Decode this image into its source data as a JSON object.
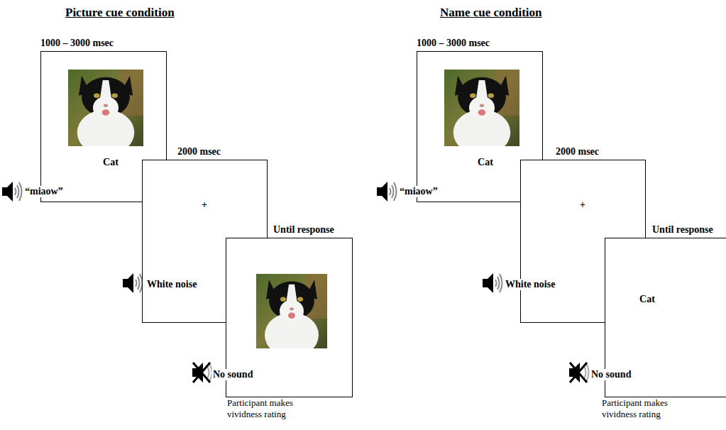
{
  "diagram": {
    "nodes": [
      {
        "text": [
          "1000 – 3000 msec",
          "Cat"
        ]
      },
      {
        "text": [
          "2000 msec",
          "+"
        ]
      },
      {
        "text": [
          "Until response"
        ]
      },
      {
        "text": [
          "1000 – 3000 msec",
          "Cat"
        ]
      },
      {
        "text": [
          "2000 msec",
          "+"
        ]
      },
      {
        "text": [
          "Until response",
          "Cat"
        ]
      }
    ],
    "labels": [
      "Picture cue condition",
      "“miaow”",
      "White noise",
      "No sound",
      "Participant makes vividness rating",
      "Name cue condition",
      "“miaow”",
      "White noise",
      "No sound",
      "Participant makes vividness rating"
    ]
  }
}
